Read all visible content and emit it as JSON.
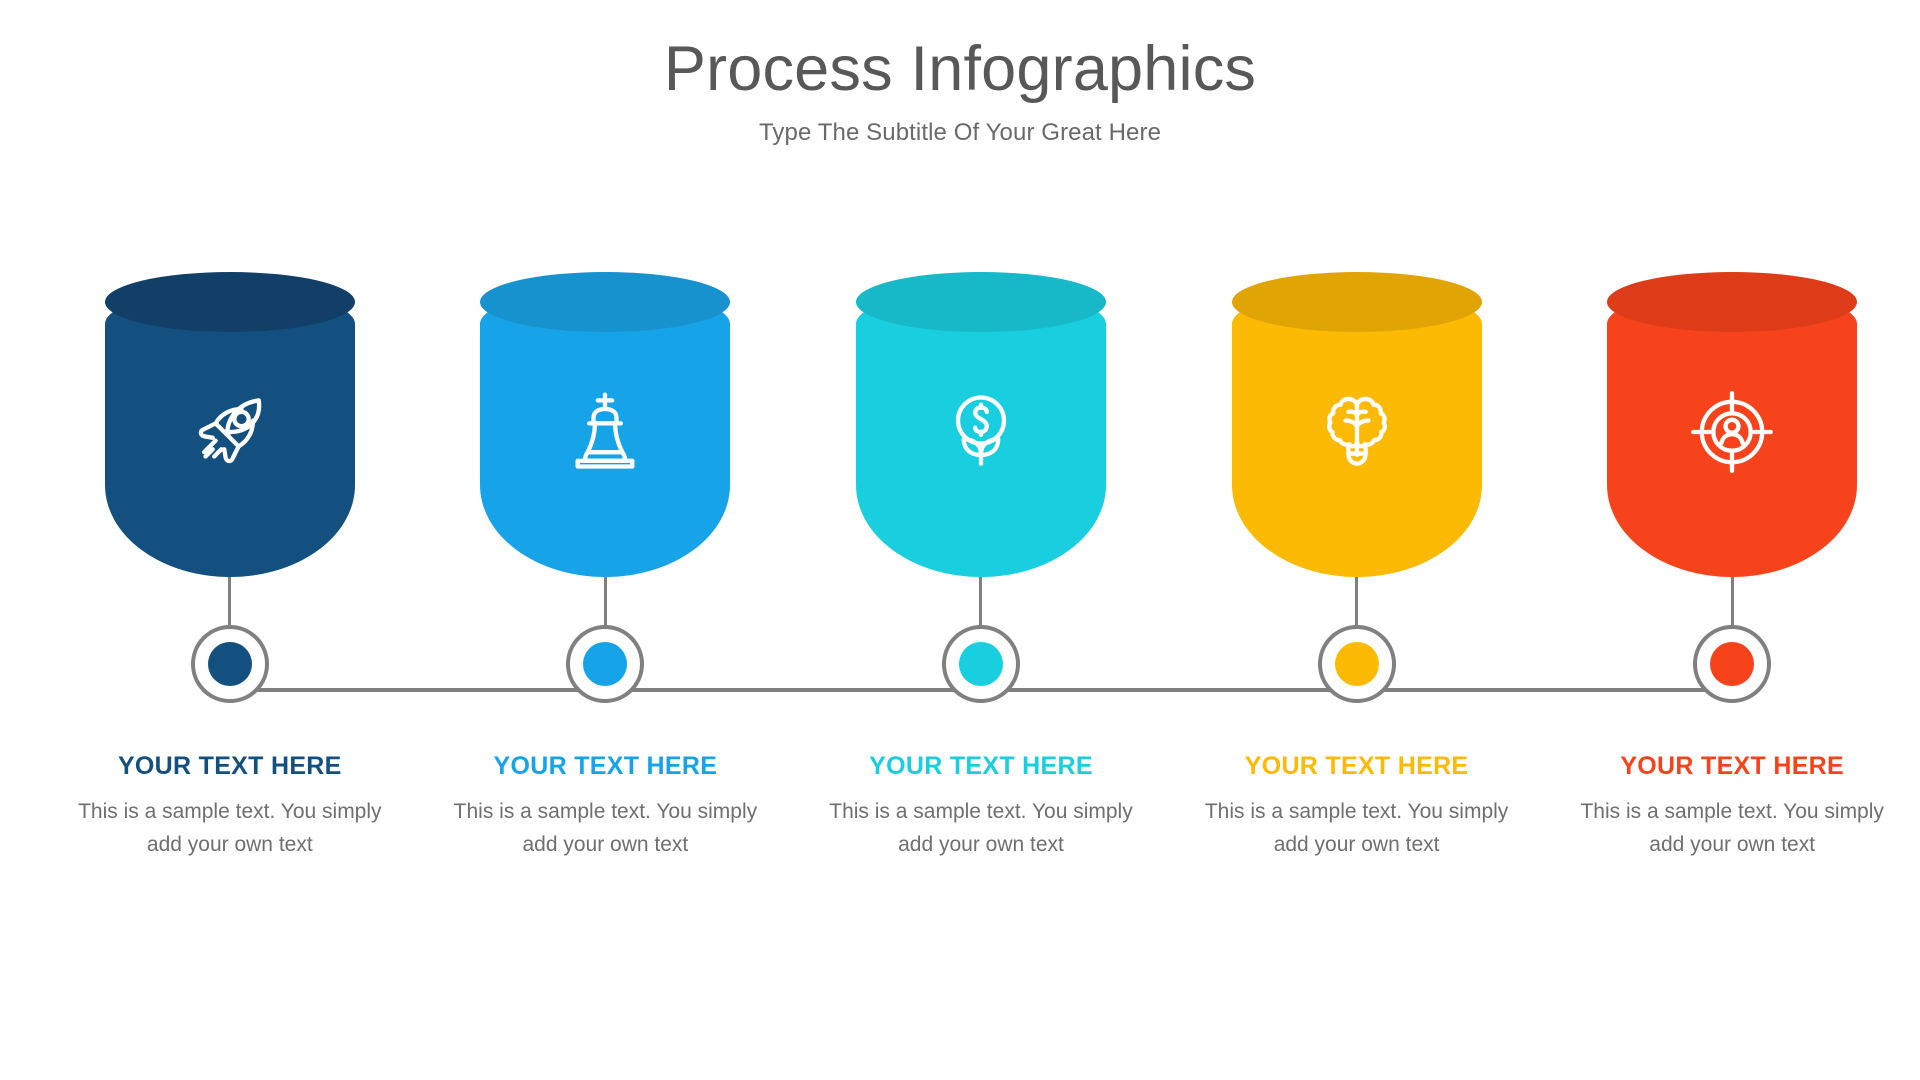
{
  "header": {
    "title": "Process Infographics",
    "subtitle": "Type The Subtitle Of Your Great Here"
  },
  "theme": {
    "title_color": "#585858",
    "subtitle_color": "#6a6a6a",
    "body_text_color": "#6f6f6f",
    "rail_color": "#808080",
    "ring_color": "#808080",
    "background": "#ffffff"
  },
  "steps": [
    {
      "index": "1",
      "icon": "rocket-icon",
      "color": "#14507f",
      "top_color": "#123f67",
      "title": "YOUR TEXT HERE",
      "body": "This is a sample text. You simply add your own text"
    },
    {
      "index": "2",
      "icon": "chess-king-icon",
      "color": "#17a3e8",
      "top_color": "#1792cf",
      "title": "YOUR TEXT HERE",
      "body": "This is a sample text. You simply add your own text"
    },
    {
      "index": "3",
      "icon": "money-plant-icon",
      "color": "#19cede",
      "top_color": "#17b8c7",
      "title": "YOUR TEXT HERE",
      "body": "This is a sample text. You simply add your own text"
    },
    {
      "index": "4",
      "icon": "brain-idea-icon",
      "color": "#fcba04",
      "top_color": "#e0a505",
      "title": "YOUR TEXT HERE",
      "body": "This is a sample text. You simply add your own text"
    },
    {
      "index": "5",
      "icon": "target-person-icon",
      "color": "#f7431c",
      "top_color": "#de3c19",
      "title": "YOUR TEXT HERE",
      "body": "This is a sample text. You simply add your own text"
    }
  ]
}
